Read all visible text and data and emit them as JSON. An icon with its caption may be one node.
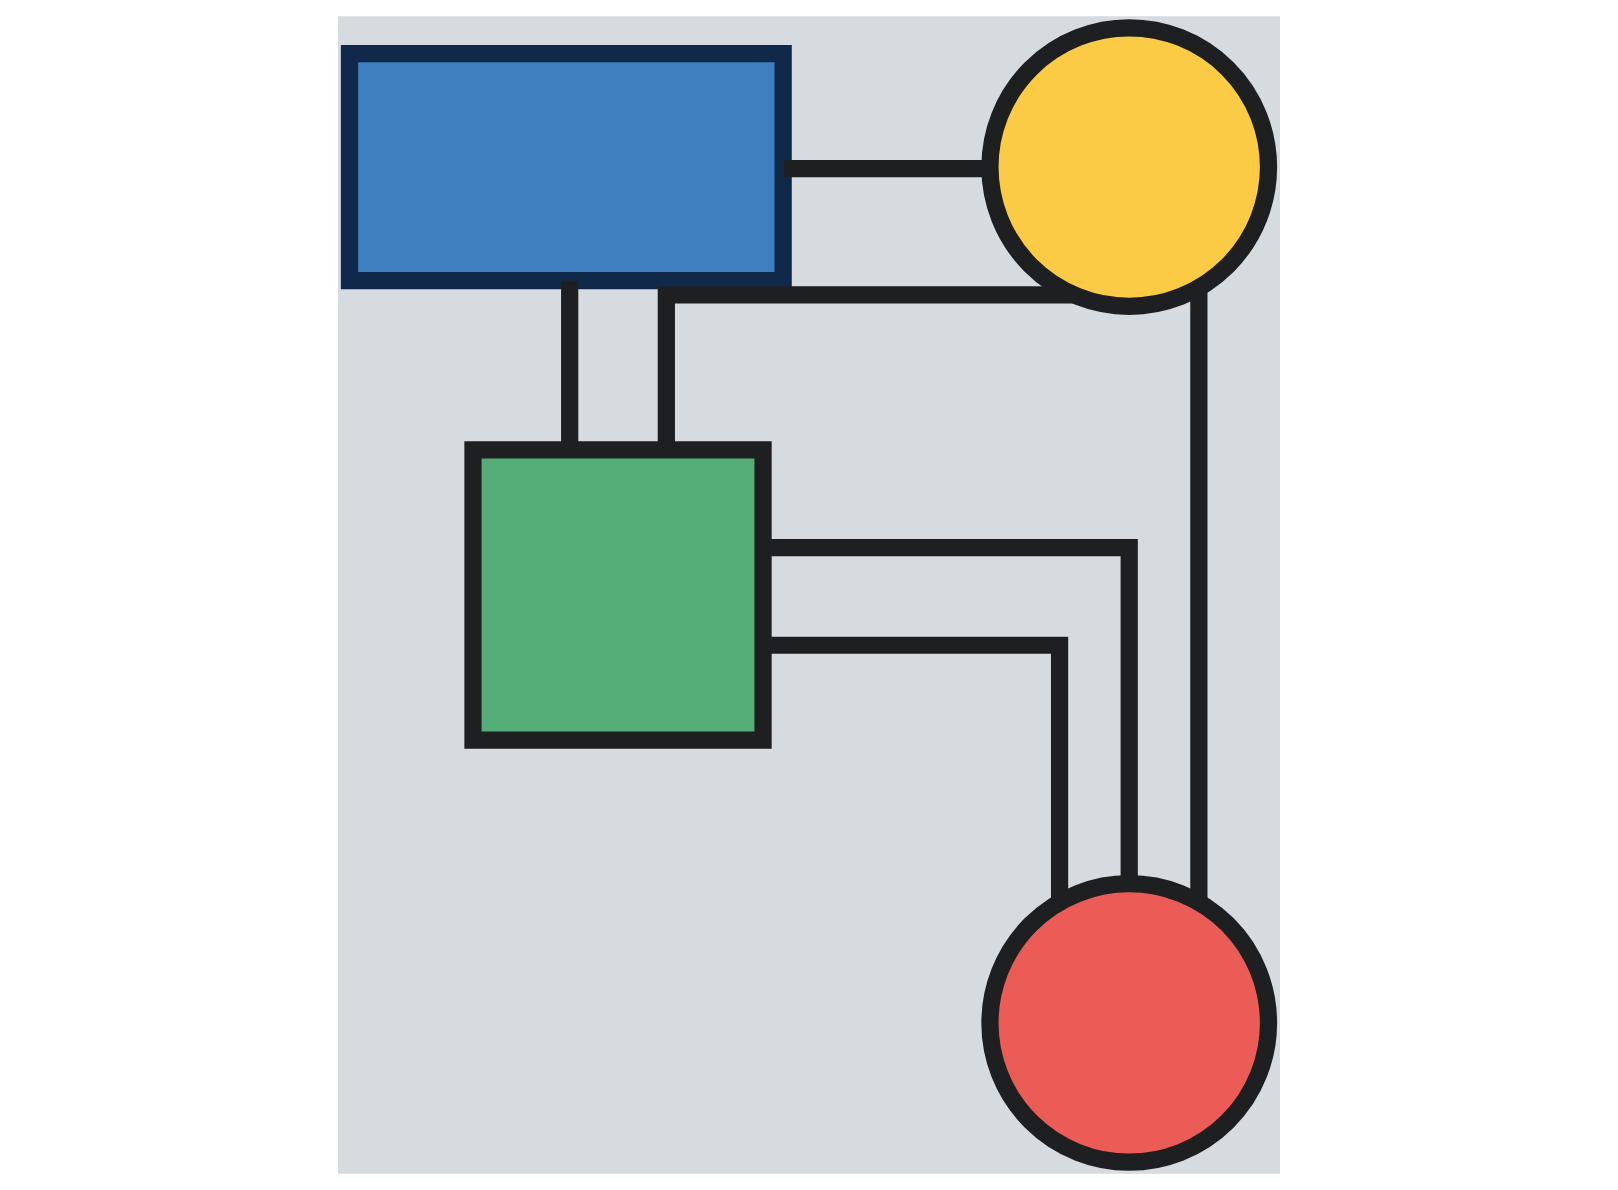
{
  "diagram": {
    "nodes": [
      {
        "text": [],
        "shape": "box"
      },
      {
        "text": [],
        "shape": "circle"
      },
      {
        "text": [],
        "shape": "box"
      },
      {
        "text": [],
        "shape": "circle"
      }
    ],
    "edges": [
      {
        "from": 0,
        "to": 1,
        "arrow": "none"
      },
      {
        "from": 2,
        "to": 0,
        "arrow": "none"
      },
      {
        "from": 2,
        "to": 1,
        "arrow": "none"
      },
      {
        "from": 1,
        "to": 3,
        "arrow": "none"
      },
      {
        "from": 2,
        "to": 3,
        "arrow": "none"
      },
      {
        "from": 2,
        "to": 3,
        "arrow": "none"
      }
    ]
  }
}
